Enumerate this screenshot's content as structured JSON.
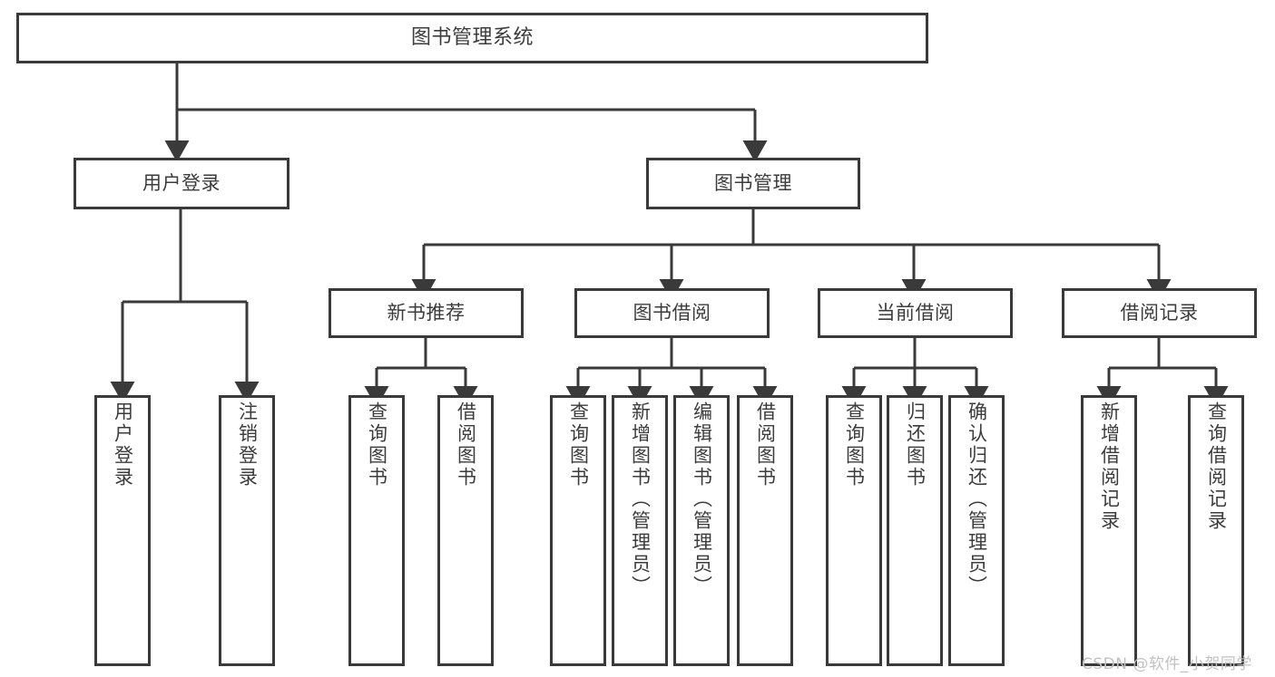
{
  "diagram": {
    "type": "tree-hierarchy-chart",
    "title": "图书管理系统",
    "line_color": "#3a3a3a",
    "text_color": "#3c3c3c",
    "background": "#ffffff"
  },
  "nodes": {
    "root": {
      "label": "图书管理系统"
    },
    "level2": [
      {
        "label": "用户登录"
      },
      {
        "label": "图书管理"
      }
    ],
    "level3": [
      {
        "label": "新书推荐"
      },
      {
        "label": "图书借阅"
      },
      {
        "label": "当前借阅"
      },
      {
        "label": "借阅记录"
      }
    ],
    "leaves": {
      "user_login": [
        {
          "label": "用户登录"
        },
        {
          "label": "注销登录"
        }
      ],
      "new_book_recommend": [
        {
          "label": "查询图书"
        },
        {
          "label": "借阅图书"
        }
      ],
      "book_borrow": [
        {
          "label": "查询图书"
        },
        {
          "label": "新增图书（管理员）"
        },
        {
          "label": "编辑图书（管理员）"
        },
        {
          "label": "借阅图书"
        }
      ],
      "current_borrow": [
        {
          "label": "查询图书"
        },
        {
          "label": "归还图书"
        },
        {
          "label": "确认归还（管理员）"
        }
      ],
      "borrow_record": [
        {
          "label": "新增借阅记录"
        },
        {
          "label": "查询借阅记录"
        }
      ]
    }
  },
  "watermark": {
    "text": "CSDN @软件_小贺同学"
  }
}
